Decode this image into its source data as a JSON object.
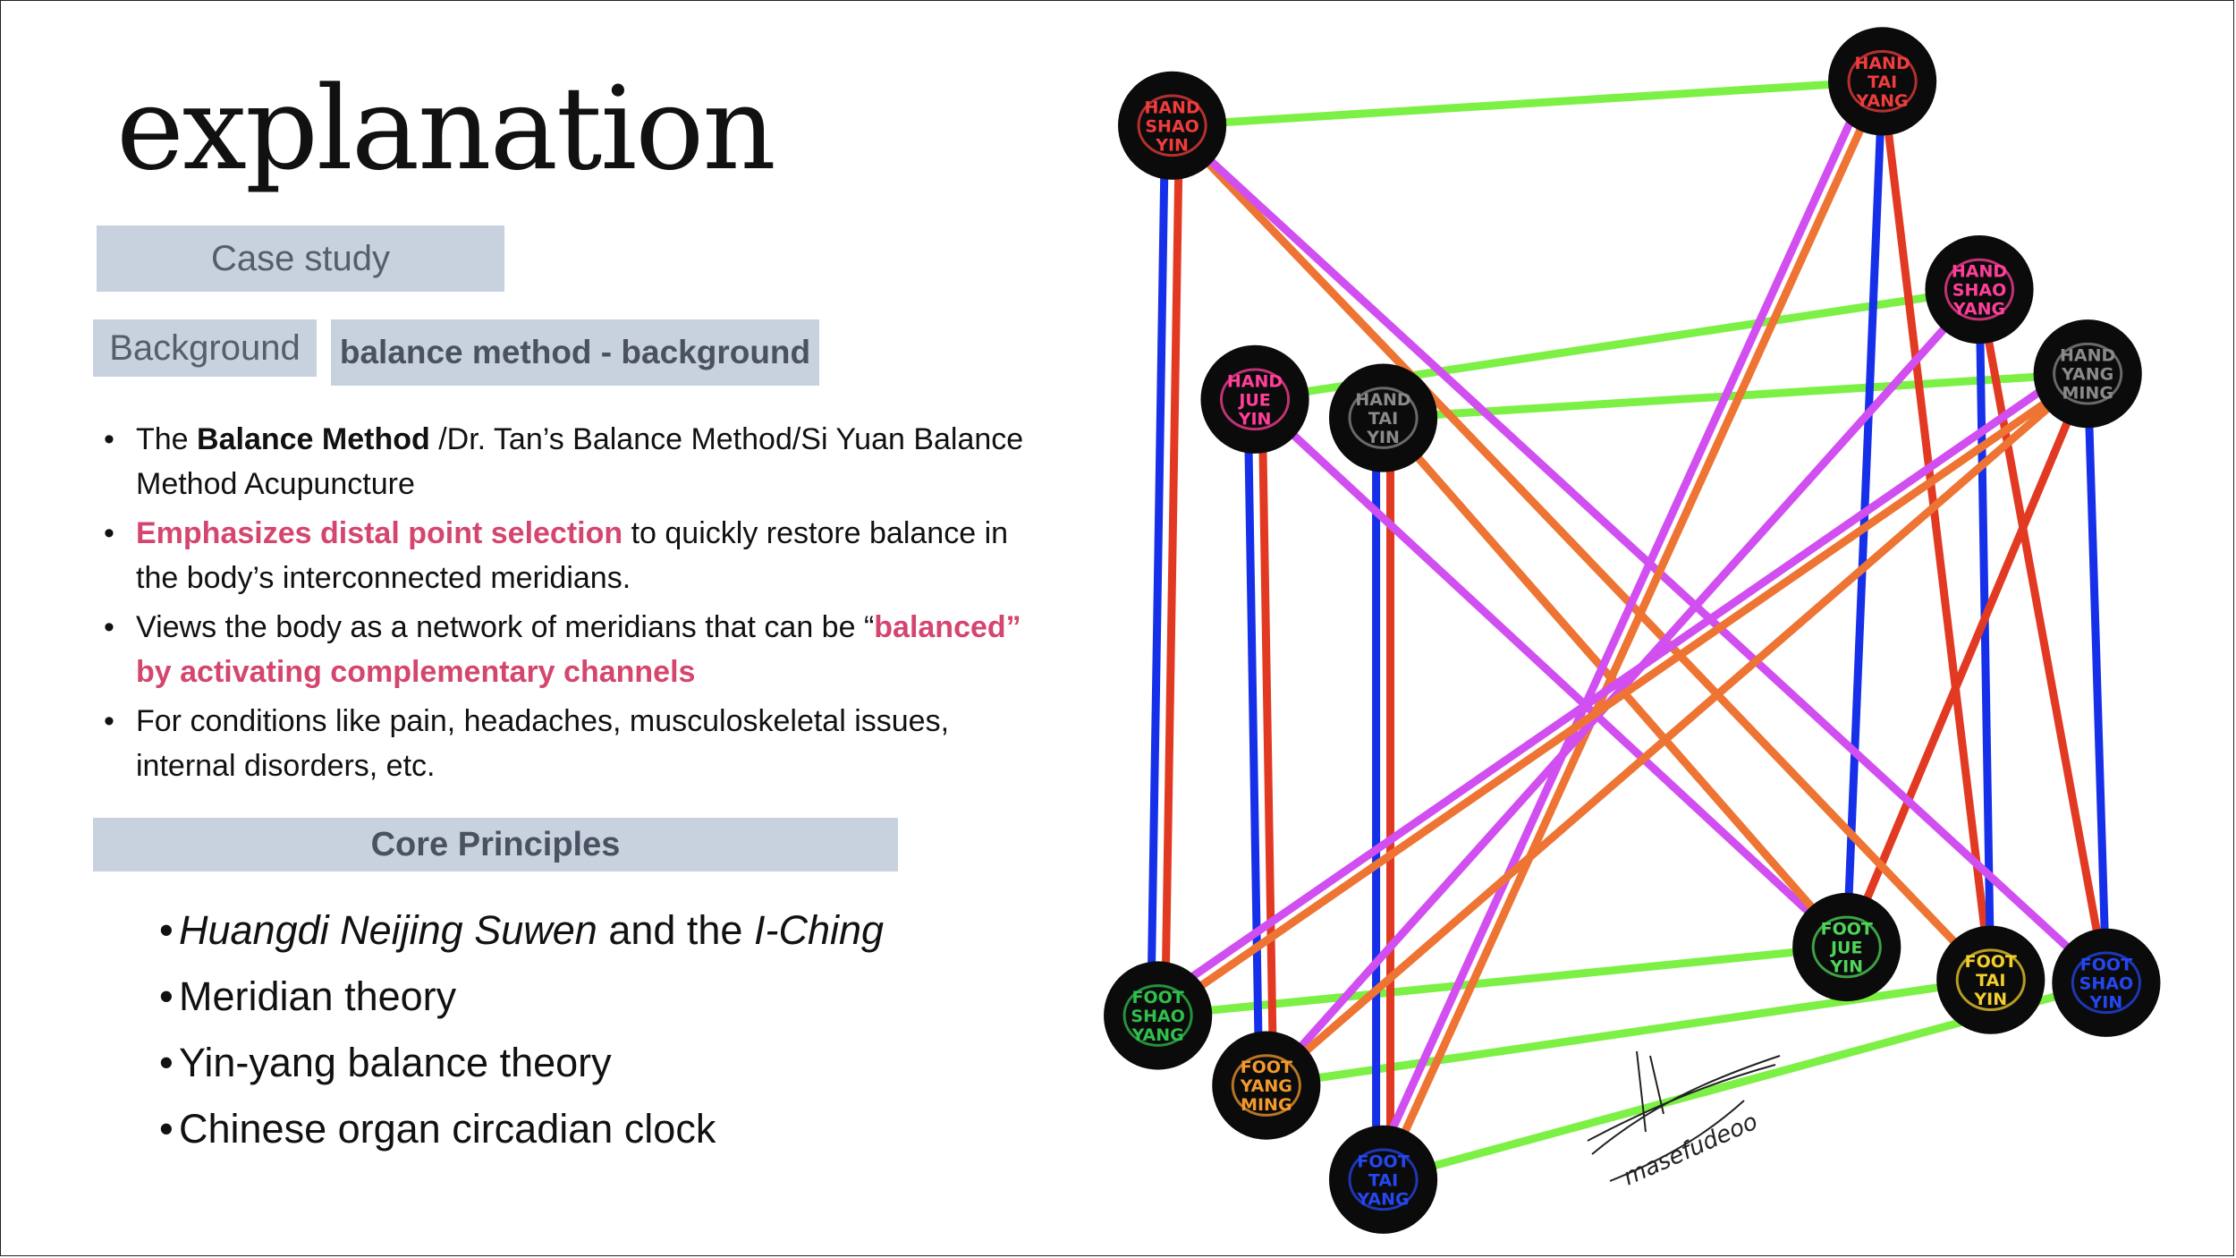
{
  "slide": {
    "title": "explanation",
    "case_study_tag": "Case study",
    "background_tag": "Background",
    "balance_tag": "balance method - background"
  },
  "bullets": [
    {
      "parts": [
        {
          "text": "The ",
          "style": "normal"
        },
        {
          "text": "Balance Method",
          "style": "bold"
        },
        {
          "text": " /Dr. Tan’s Balance Method/Si Yuan Balance Method Acupuncture",
          "style": "normal"
        }
      ]
    },
    {
      "parts": [
        {
          "text": "Emphasizes distal point selection",
          "style": "pink"
        },
        {
          "text": " to quickly restore balance in the body’s interconnected meridians.",
          "style": "normal"
        }
      ]
    },
    {
      "parts": [
        {
          "text": "Views the body as a network of meridians that can be “",
          "style": "normal"
        },
        {
          "text": "balanced” by activating complementary channels",
          "style": "pink"
        }
      ]
    },
    {
      "parts": [
        {
          "text": "For conditions like pain, headaches, musculoskeletal issues, internal disorders, etc.",
          "style": "normal"
        }
      ]
    }
  ],
  "core_principles": {
    "heading": "Core Principles",
    "items": [
      {
        "parts": [
          {
            "text": "Huangdi Neijing Suwen",
            "style": "italic"
          },
          {
            "text": " and the ",
            "style": "normal"
          },
          {
            "text": "I-Ching",
            "style": "italic"
          }
        ]
      },
      {
        "parts": [
          {
            "text": "Meridian theory",
            "style": "normal"
          }
        ]
      },
      {
        "parts": [
          {
            "text": "Yin-yang balance theory",
            "style": "normal"
          }
        ]
      },
      {
        "parts": [
          {
            "text": "Chinese organ circadian clock",
            "style": "normal"
          }
        ]
      }
    ]
  },
  "diagram": {
    "colors": {
      "green": "#7cf045",
      "red": "#e23a22",
      "blue": "#1530e8",
      "orange": "#ee7433",
      "magenta": "#d14ff0",
      "node_fill": "#0b0b0b"
    },
    "nodes": [
      {
        "id": "hand-shao-yin",
        "lines": [
          "HAND",
          "SHAO",
          "YIN"
        ],
        "color": "#f03c3c",
        "icon": "heart-icon"
      },
      {
        "id": "hand-tai-yang",
        "lines": [
          "HAND",
          "TAI",
          "YANG"
        ],
        "color": "#f03c3c",
        "icon": "small-intestine-icon"
      },
      {
        "id": "hand-shao-yang",
        "lines": [
          "HAND",
          "SHAO",
          "YANG"
        ],
        "color": "#ff3f9a",
        "icon": "triple-burner-icon"
      },
      {
        "id": "hand-yang-ming",
        "lines": [
          "HAND",
          "YANG",
          "MING"
        ],
        "color": "#8a8a8a",
        "icon": "large-intestine-icon"
      },
      {
        "id": "hand-jue-yin",
        "lines": [
          "HAND",
          "JUE",
          "YIN"
        ],
        "color": "#ff3f9a",
        "icon": "pericardium-icon"
      },
      {
        "id": "hand-tai-yin",
        "lines": [
          "HAND",
          "TAI",
          "YIN"
        ],
        "color": "#8a8a8a",
        "icon": "lungs-icon"
      },
      {
        "id": "foot-shao-yang",
        "lines": [
          "FOOT",
          "SHAO",
          "YANG"
        ],
        "color": "#2fbf4c",
        "icon": "gallbladder-icon"
      },
      {
        "id": "foot-yang-ming",
        "lines": [
          "FOOT",
          "YANG",
          "MING"
        ],
        "color": "#f29a2e",
        "icon": "stomach-icon"
      },
      {
        "id": "foot-tai-yang",
        "lines": [
          "FOOT",
          "TAI",
          "YANG"
        ],
        "color": "#2447f0",
        "icon": "bladder-icon"
      },
      {
        "id": "foot-jue-yin",
        "lines": [
          "FOOT",
          "JUE",
          "YIN"
        ],
        "color": "#4fd45a",
        "icon": "liver-icon"
      },
      {
        "id": "foot-tai-yin",
        "lines": [
          "FOOT",
          "TAI",
          "YIN"
        ],
        "color": "#f2cf2e",
        "icon": "spleen-icon"
      },
      {
        "id": "foot-shao-yin",
        "lines": [
          "FOOT",
          "SHAO",
          "YIN"
        ],
        "color": "#2447f0",
        "icon": "kidney-icon"
      }
    ],
    "edges": [
      {
        "from": "hand-shao-yin",
        "to": "hand-tai-yang",
        "color": "green"
      },
      {
        "from": "hand-jue-yin",
        "to": "hand-shao-yang",
        "color": "green"
      },
      {
        "from": "hand-tai-yin",
        "to": "hand-yang-ming",
        "color": "green"
      },
      {
        "from": "foot-shao-yang",
        "to": "foot-jue-yin",
        "color": "green"
      },
      {
        "from": "foot-yang-ming",
        "to": "foot-tai-yin",
        "color": "green"
      },
      {
        "from": "foot-tai-yang",
        "to": "foot-shao-yin",
        "color": "green"
      },
      {
        "from": "hand-shao-yin",
        "to": "foot-shao-yang",
        "color": "red",
        "offset": -8
      },
      {
        "from": "hand-shao-yin",
        "to": "foot-shao-yang",
        "color": "blue",
        "offset": 8
      },
      {
        "from": "hand-jue-yin",
        "to": "foot-yang-ming",
        "color": "red",
        "offset": -8
      },
      {
        "from": "hand-jue-yin",
        "to": "foot-yang-ming",
        "color": "blue",
        "offset": 8
      },
      {
        "from": "hand-tai-yin",
        "to": "foot-tai-yang",
        "color": "red",
        "offset": -8
      },
      {
        "from": "hand-tai-yin",
        "to": "foot-tai-yang",
        "color": "blue",
        "offset": 8
      },
      {
        "from": "hand-tai-yang",
        "to": "foot-jue-yin",
        "color": "blue",
        "offset": 0
      },
      {
        "from": "hand-tai-yang",
        "to": "foot-tai-yin",
        "color": "red",
        "offset": 0
      },
      {
        "from": "hand-shao-yang",
        "to": "foot-tai-yin",
        "color": "blue",
        "offset": 0
      },
      {
        "from": "hand-shao-yang",
        "to": "foot-shao-yin",
        "color": "red",
        "offset": 0
      },
      {
        "from": "hand-yang-ming",
        "to": "foot-shao-yin",
        "color": "blue",
        "offset": 0
      },
      {
        "from": "hand-yang-ming",
        "to": "foot-jue-yin",
        "color": "red",
        "offset": 0
      },
      {
        "from": "hand-shao-yin",
        "to": "foot-tai-yin",
        "color": "orange"
      },
      {
        "from": "hand-shao-yin",
        "to": "foot-shao-yin",
        "color": "magenta"
      },
      {
        "from": "hand-jue-yin",
        "to": "foot-jue-yin",
        "color": "magenta"
      },
      {
        "from": "hand-tai-yin",
        "to": "foot-jue-yin",
        "color": "orange"
      },
      {
        "from": "hand-tai-yang",
        "to": "foot-tai-yang",
        "color": "orange"
      },
      {
        "from": "hand-tai-yang",
        "to": "foot-tai-yang",
        "color": "magenta",
        "offset": 14
      },
      {
        "from": "hand-shao-yang",
        "to": "foot-yang-ming",
        "color": "magenta"
      },
      {
        "from": "hand-yang-ming",
        "to": "foot-shao-yang",
        "color": "orange"
      },
      {
        "from": "hand-yang-ming",
        "to": "foot-shao-yang",
        "color": "magenta",
        "offset": 14
      },
      {
        "from": "hand-yang-ming",
        "to": "foot-yang-ming",
        "color": "orange"
      }
    ],
    "signature": "masefudeoo"
  }
}
